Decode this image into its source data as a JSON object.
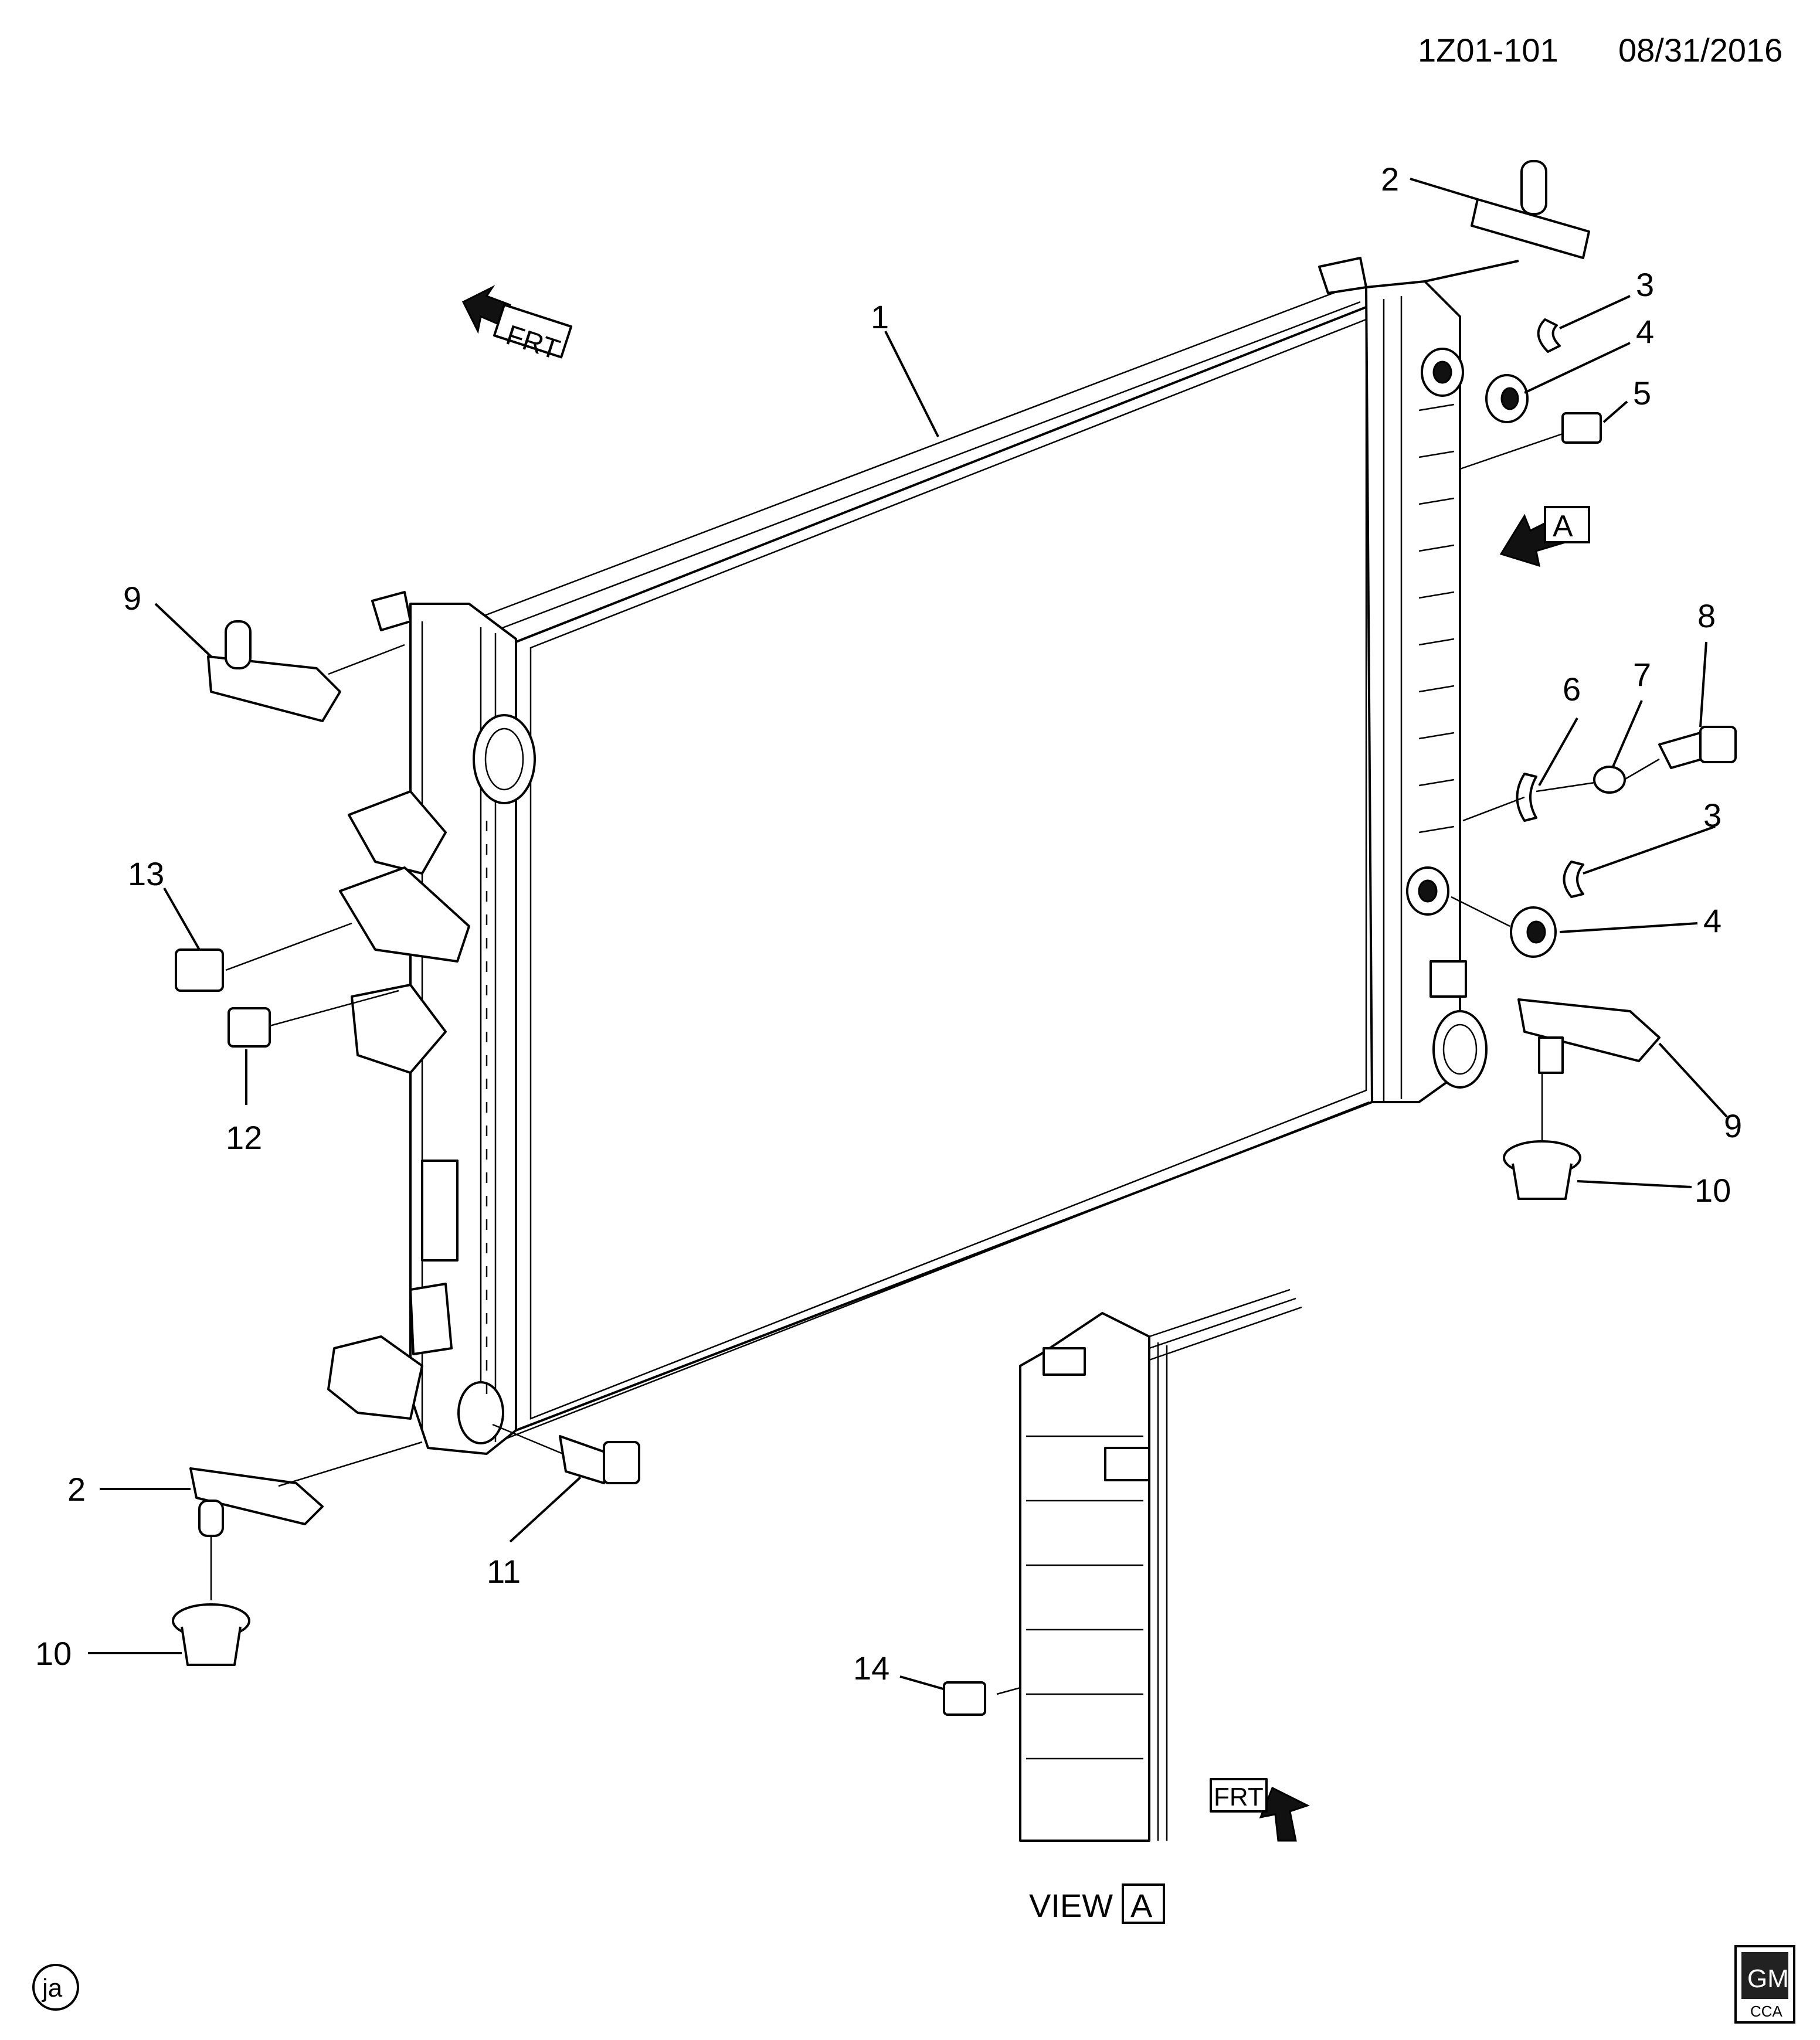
{
  "header": {
    "diagram_id": "1Z01-101",
    "date": "08/31/2016"
  },
  "callouts": {
    "c1": "1",
    "c2a": "2",
    "c2b": "2",
    "c3a": "3",
    "c3b": "3",
    "c4a": "4",
    "c4b": "4",
    "c5": "5",
    "c6": "6",
    "c7": "7",
    "c8": "8",
    "c9a": "9",
    "c9b": "9",
    "c10a": "10",
    "c10b": "10",
    "c11": "11",
    "c12": "12",
    "c13": "13",
    "c14": "14"
  },
  "view_marker": {
    "arrow_letter": "A"
  },
  "view_caption": {
    "text": "VIEW",
    "letter": "A"
  },
  "front_indicators": {
    "main": "FRT",
    "view": "FRT"
  },
  "footer": {
    "artist_initials": "ja",
    "logo_text": "GM",
    "logo_subtext": "CCA"
  }
}
